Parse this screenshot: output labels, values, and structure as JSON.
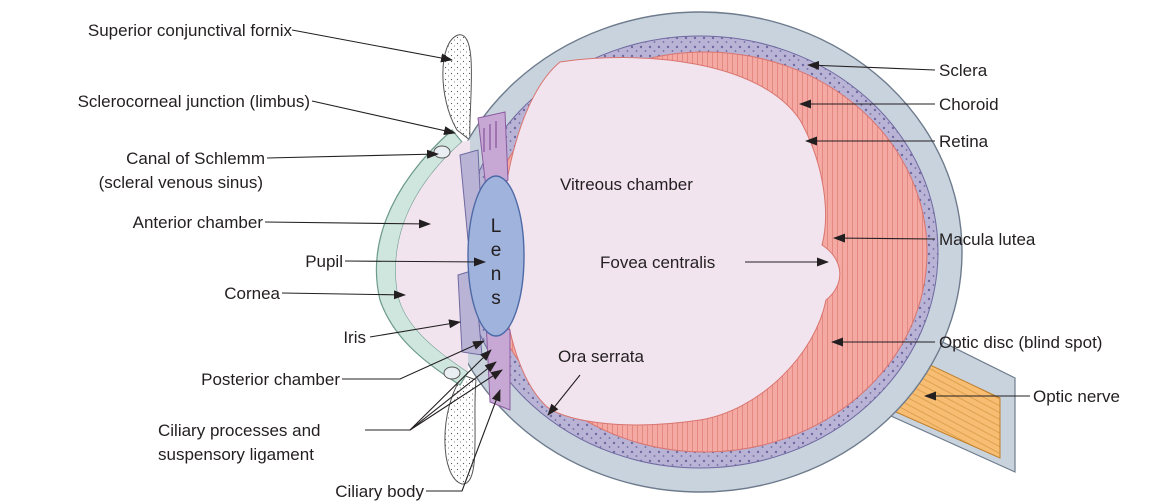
{
  "labels": {
    "superior_conjunctival_fornix": "Superior conjunctival fornix",
    "sclerocorneal_junction": "Sclerocorneal junction (limbus)",
    "canal_of_schlemm": "Canal of Schlemm",
    "scleral_venous_sinus": "(scleral venous sinus)",
    "anterior_chamber": "Anterior chamber",
    "pupil": "Pupil",
    "cornea": "Cornea",
    "iris": "Iris",
    "posterior_chamber": "Posterior chamber",
    "ciliary_processes_line1": "Ciliary processes and",
    "ciliary_processes_line2": "suspensory ligament",
    "ciliary_body": "Ciliary body",
    "vitreous_chamber": "Vitreous chamber",
    "ora_serrata": "Ora serrata",
    "fovea_centralis": "Fovea centralis",
    "sclera": "Sclera",
    "choroid": "Choroid",
    "retina": "Retina",
    "macula_lutea": "Macula lutea",
    "optic_disc": "Optic disc (blind spot)",
    "optic_nerve": "Optic nerve"
  },
  "lens_letters": [
    "L",
    "e",
    "n",
    "s"
  ],
  "colors": {
    "sclera": "#c9d3de",
    "choroid": "#b9b3d6",
    "retina": "#f4a9a3",
    "vitreous": "#f2e4ef",
    "lens": "#9fb3dc",
    "cornea": "#cfe6de",
    "ciliary": "#c7a8d4",
    "optic_nerve": "#f6bd73",
    "leader": "#231f20"
  }
}
